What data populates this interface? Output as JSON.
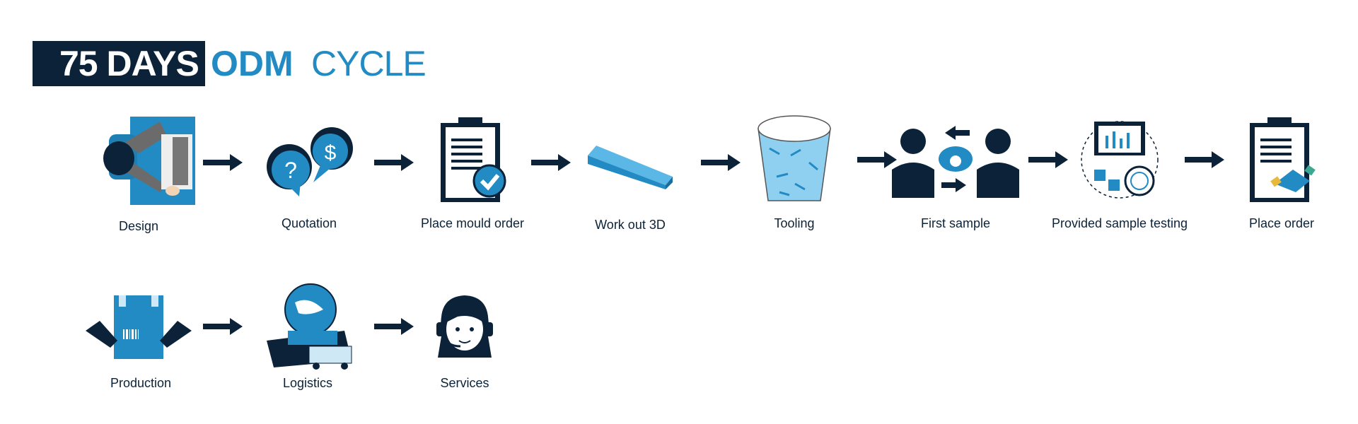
{
  "title": {
    "days": "75 DAYS",
    "odm": "ODM",
    "cycle": "CYCLE"
  },
  "colors": {
    "navy": "#0b2238",
    "blue": "#238bc3"
  },
  "steps": [
    {
      "label": "Design",
      "icon": "designer-at-desk-icon"
    },
    {
      "label": "Quotation",
      "icon": "speech-bubbles-icon"
    },
    {
      "label": "Place mould order",
      "icon": "clipboard-check-icon"
    },
    {
      "label": "Work out 3D",
      "icon": "3d-wedge-icon"
    },
    {
      "label": "Tooling",
      "icon": "tooling-bucket-icon"
    },
    {
      "label": "First sample",
      "icon": "people-phone-icon"
    },
    {
      "label": "Provided sample testing",
      "icon": "sample-testing-icon"
    },
    {
      "label": "Place order",
      "icon": "clipboard-handshake-icon"
    },
    {
      "label": "Production",
      "icon": "box-hands-icon"
    },
    {
      "label": "Logistics",
      "icon": "logistics-icon"
    },
    {
      "label": "Services",
      "icon": "headset-agent-icon"
    }
  ]
}
